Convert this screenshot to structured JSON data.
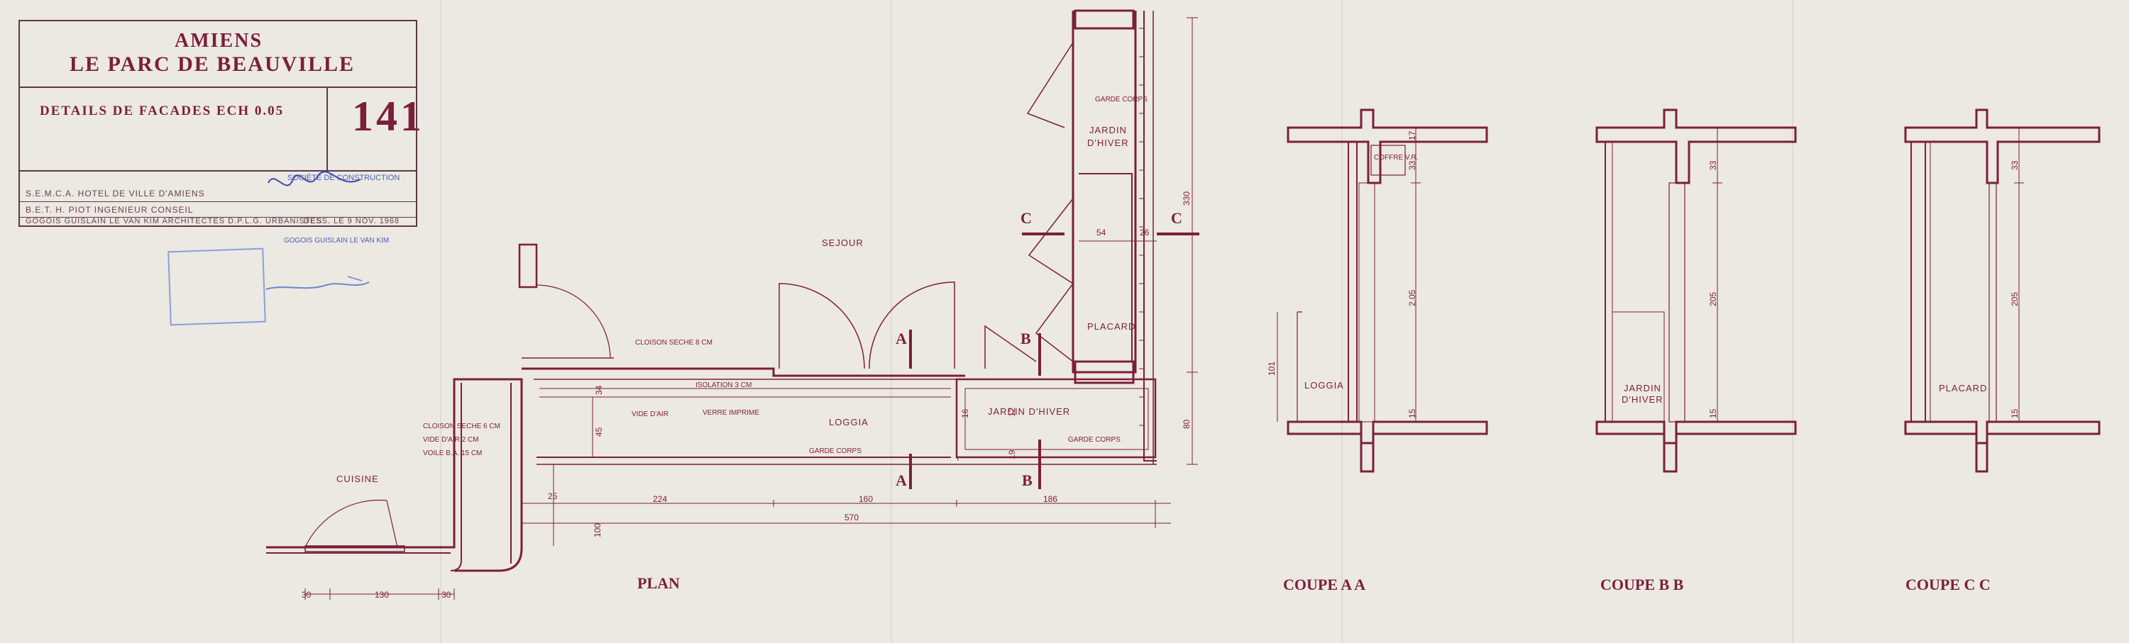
{
  "title_block": {
    "city": "AMIENS",
    "project": "LE PARC DE BEAUVILLE",
    "sheet_title": "DETAILS DE FACADES  ECH  0.05",
    "sheet_number": "141",
    "line_owner": "S.E.M.C.A. HOTEL DE VILLE D'AMIENS",
    "line_bet": "B.E.T. H. PIOT  INGENIEUR CONSEIL",
    "line_architects": "GOGOIS GUISLAIN LE VAN KIM ARCHITECTES D.P.L.G. URBANISTES",
    "line_dess": "DESS. LE 9 NOV. 1968"
  },
  "stamps": {
    "company": "SOCIÉTÉ DE CONSTRUCTION",
    "architects_stamp": "GOGOIS GUISLAIN LE VAN KIM"
  },
  "plan": {
    "sejour": "SEJOUR",
    "cuisine": "CUISINE",
    "loggia": "LOGGIA",
    "jardin_hiver": "JARDIN D'HIVER",
    "jardin_hiver_upper_1": "JARDIN",
    "jardin_hiver_upper_2": "D'HIVER",
    "placard": "PLACARD",
    "garde_corps_upper": "GARDE CORPS",
    "garde_corps": "GARDE CORPS",
    "garde_corps_2": "GARDE CORPS",
    "cloison_seche_8": "CLOISON SECHE 8 CM",
    "isolation": "ISOLATION 3 CM",
    "vide_air": "VIDE D'AIR",
    "verre_imprime": "VERRE IMPRIME",
    "cloison_seche_6": "CLOISON SECHE 6 CM",
    "vide_air_2": "VIDE D'AIR 2 CM",
    "voile_ba": "VOILE B.A. 15 CM",
    "title": "PLAN"
  },
  "dimensions": {
    "d25": "25",
    "d224": "224",
    "d160": "160",
    "d186": "186",
    "d570": "570",
    "d100": "100",
    "d30a": "30",
    "d130": "130",
    "d30b": "30",
    "d45": "45",
    "d34": "34",
    "d54": "54",
    "d26": "26",
    "d330": "330",
    "d80": "80",
    "d12": "12",
    "d16": "16",
    "d19": "19"
  },
  "section_markers": {
    "a": "A",
    "b": "B",
    "c": "C"
  },
  "coupe_aa": {
    "title": "COUPE  A A",
    "loggia": "LOGGIA",
    "coffre": "COFFRE V.R.",
    "d17": "17",
    "d33": "33",
    "d205": "2.05",
    "d15": "15",
    "d101": "101"
  },
  "coupe_bb": {
    "title": "COUPE  B B",
    "jardin_1": "JARDIN",
    "jardin_2": "D'HIVER",
    "d33": "33",
    "d205": "205",
    "d15": "15"
  },
  "coupe_cc": {
    "title": "COUPE  C C",
    "placard": "PLACARD",
    "d33": "33",
    "d205": "205",
    "d15": "15"
  },
  "colors": {
    "ink": "#7a1f3a",
    "paper": "#ece8e2",
    "stamp_blue": "#6f86cc"
  }
}
